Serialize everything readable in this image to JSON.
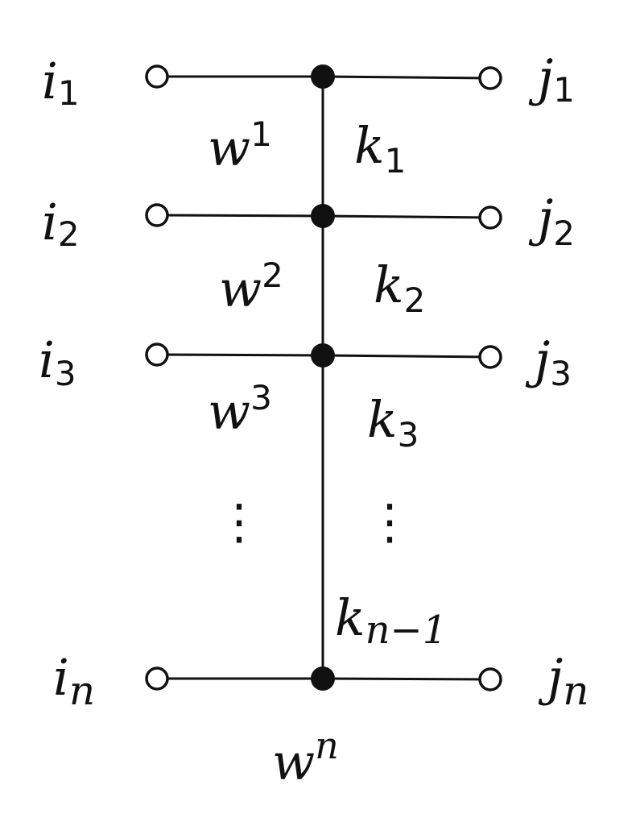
{
  "rows": [
    {
      "left": {
        "base": "i",
        "sub": "1"
      },
      "right": {
        "base": "j",
        "sub": "1"
      }
    },
    {
      "left": {
        "base": "i",
        "sub": "2"
      },
      "right": {
        "base": "j",
        "sub": "2"
      }
    },
    {
      "left": {
        "base": "i",
        "sub": "3"
      },
      "right": {
        "base": "j",
        "sub": "3"
      }
    },
    {
      "left": {
        "base": "i",
        "sub": "n"
      },
      "right": {
        "base": "j",
        "sub": "n"
      }
    }
  ],
  "w_labels": [
    {
      "base": "w",
      "sup": "1"
    },
    {
      "base": "w",
      "sup": "2"
    },
    {
      "base": "w",
      "sup": "3"
    },
    {
      "base": "w",
      "sup": "n"
    }
  ],
  "k_labels": [
    {
      "base": "k",
      "sub": "1"
    },
    {
      "base": "k",
      "sub": "2"
    },
    {
      "base": "k",
      "sub": "3"
    },
    {
      "base": "k",
      "sub": "n−1"
    }
  ],
  "ellipsis": "⋮"
}
